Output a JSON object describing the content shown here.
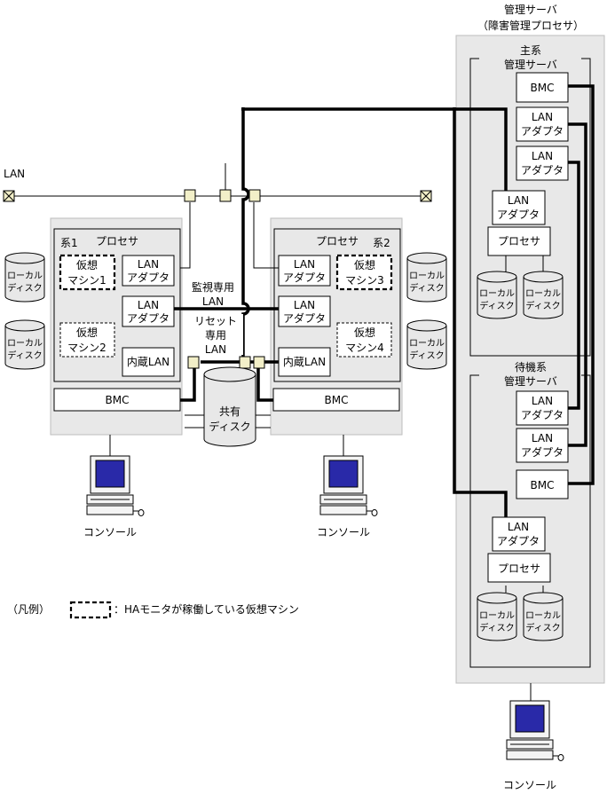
{
  "mgmt_server": {
    "title": "管理サーバ",
    "subtitle": "（障害管理プロセサ）"
  },
  "primary_mgmt": {
    "line1": "主系",
    "line2": "管理サーバ"
  },
  "standby_mgmt": {
    "line1": "待機系",
    "line2": "管理サーバ"
  },
  "lan_label": "LAN",
  "bmc": "BMC",
  "lan_adapter": {
    "line1": "LAN",
    "line2": "アダプタ"
  },
  "processor": "プロセサ",
  "local_disk": {
    "line1": "ローカル",
    "line2": "ディスク"
  },
  "shared_disk": {
    "line1": "共有",
    "line2": "ディスク"
  },
  "internal_lan": "内蔵LAN",
  "system1": {
    "sys": "系1",
    "processor": "プロセサ"
  },
  "system2": {
    "sys": "系2",
    "processor": "プロセサ"
  },
  "vm1": {
    "line1": "仮想",
    "line2": "マシン1"
  },
  "vm2": {
    "line1": "仮想",
    "line2": "マシン2"
  },
  "vm3": {
    "line1": "仮想",
    "line2": "マシン3"
  },
  "vm4": {
    "line1": "仮想",
    "line2": "マシン4"
  },
  "monitor_lan": {
    "line1": "監視専用",
    "line2": "LAN"
  },
  "reset_lan": {
    "line1": "リセット",
    "line2": "専用",
    "line3": "LAN"
  },
  "console": "コンソール",
  "legend": {
    "label": "（凡例）",
    "text": "：HAモニタが稼働している仮想マシン"
  },
  "colors": {
    "panel": "#e8e8e8",
    "connector": "#f2efc8",
    "screen": "#2929a8"
  }
}
